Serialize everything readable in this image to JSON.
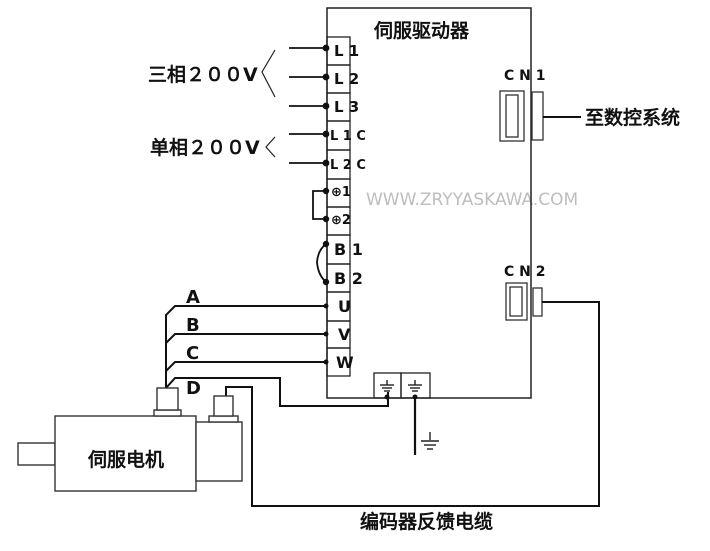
{
  "driver": {
    "title": "伺服驱动器",
    "terminals": [
      "L 1",
      "L 2",
      "L 3",
      "L 1 C",
      "L 2 C",
      "⊕1",
      "⊕2",
      "B 1",
      "B 2",
      "U",
      "V",
      "W"
    ],
    "cn1_label": "C N 1",
    "cn2_label": "C N 2"
  },
  "power": {
    "three_phase": "三相２００V",
    "single_phase": "单相２００V"
  },
  "cn1_target": "至数控系统",
  "motor_wires": [
    "A",
    "B",
    "C",
    "D"
  ],
  "motor": {
    "label": "伺服电机"
  },
  "encoder_cable": "编码器反馈电缆",
  "watermark": "WWW.ZRYYASKAWA.COM",
  "colors": {
    "line": "#111111",
    "watermark": "#bdbdbd"
  }
}
